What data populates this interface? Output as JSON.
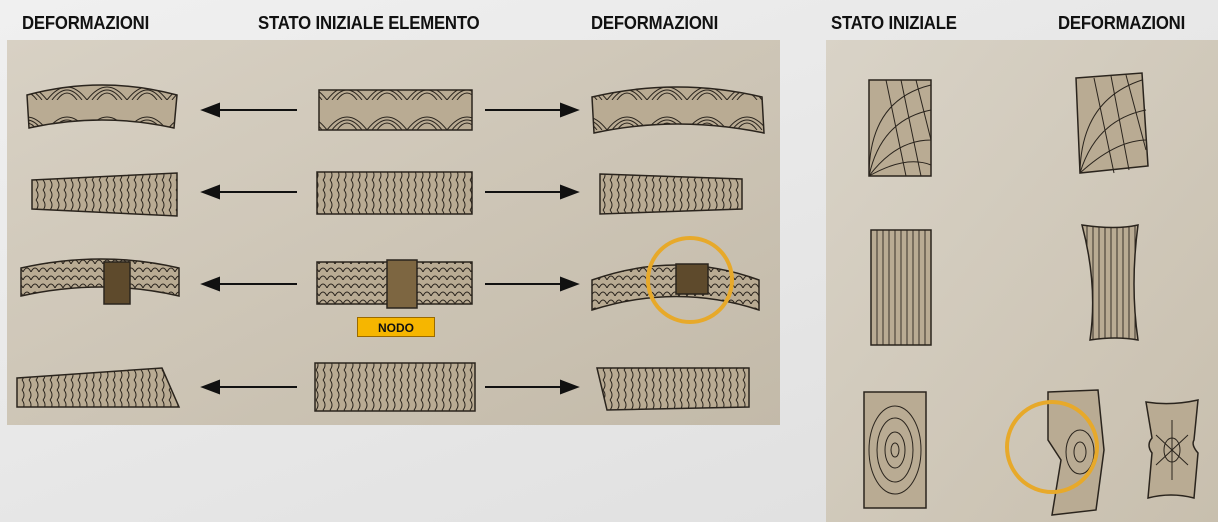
{
  "headers": {
    "left_deformazioni": "DEFORMAZIONI",
    "stato_iniziale_elemento": "STATO INIZIALE ELEMENTO",
    "right_deformazioni": "DEFORMAZIONI",
    "stato_iniziale": "STATO INIZIALE",
    "far_right_deformazioni": "DEFORMAZIONI"
  },
  "labels": {
    "nodo": "NODO"
  },
  "colors": {
    "paper": "#cfc7b8",
    "wood": "#b9ab93",
    "knot": "#5e4a2c",
    "ink": "#2a241d",
    "highlight_circle": "#e7a92a",
    "nodo_fill": "#f6b600"
  }
}
